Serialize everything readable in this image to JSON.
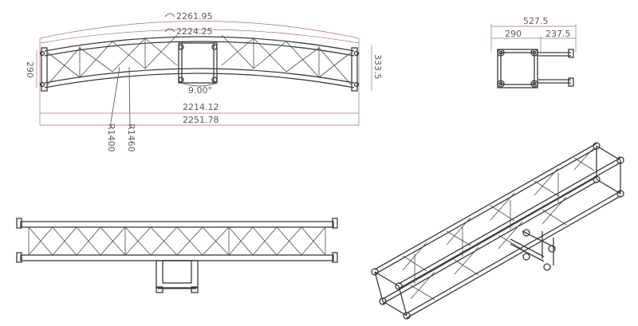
{
  "colors": {
    "line": "#3a3a3a",
    "dimension": "#c06a78",
    "text": "#5a5a5a"
  },
  "top_view": {
    "outer_arc_length": "2261.95",
    "inner_arc_length": "2224.25",
    "outer_chord": "2251.78",
    "inner_chord": "2214.12",
    "left_height": "290",
    "right_height": "333.5",
    "angle": "9.00°",
    "radius_inner": "R1400",
    "radius_outer": "R1460",
    "arc_symbol_icon": "arc-length-symbol"
  },
  "end_view": {
    "total_width": "527.5",
    "section_width": "290",
    "tee_width": "237.5"
  }
}
